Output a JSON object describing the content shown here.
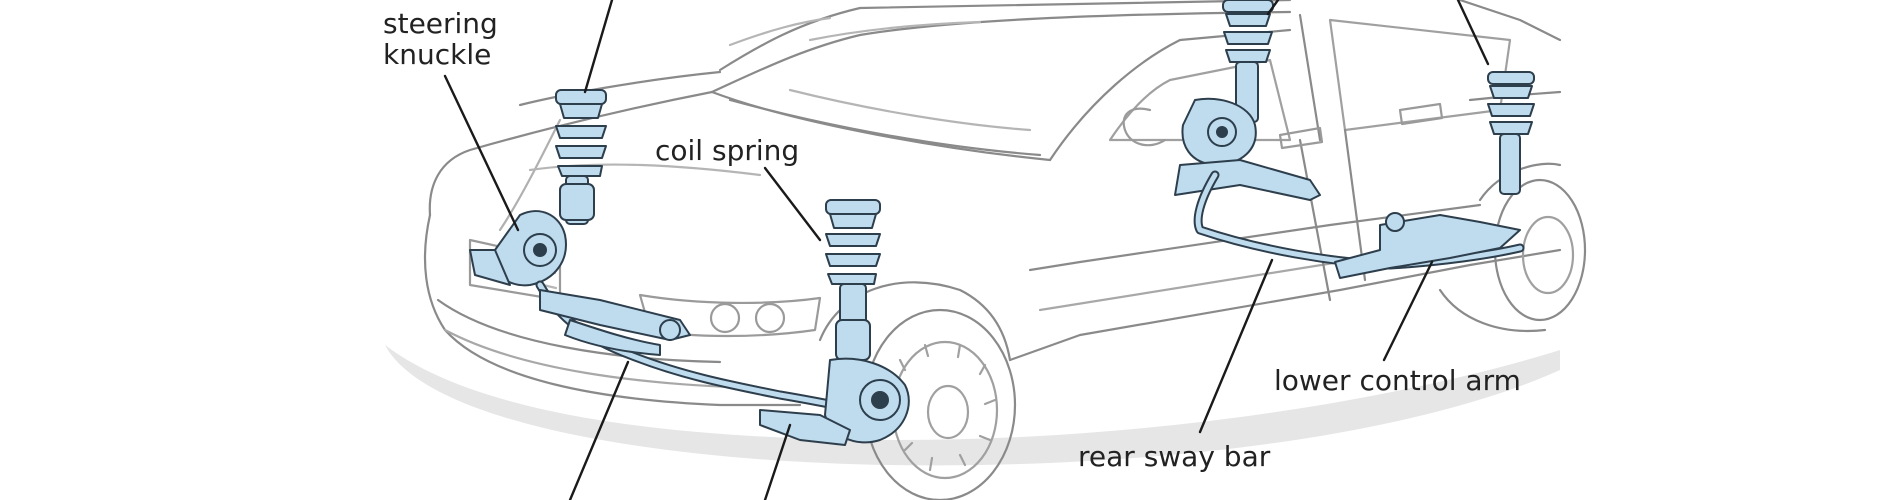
{
  "diagram": {
    "labels": {
      "steering_knuckle": [
        "steering",
        "knuckle"
      ],
      "coil_spring": "coil spring",
      "lower_control_arm": "lower control arm",
      "rear_sway_bar": "rear sway bar"
    },
    "colors": {
      "outline": "#8a8a8a",
      "component_fill": "#bfdbee",
      "component_stroke": "#2d3e4c",
      "leader": "#1a1a1a",
      "shadow": "#e3e3e3",
      "text": "#222222"
    }
  }
}
